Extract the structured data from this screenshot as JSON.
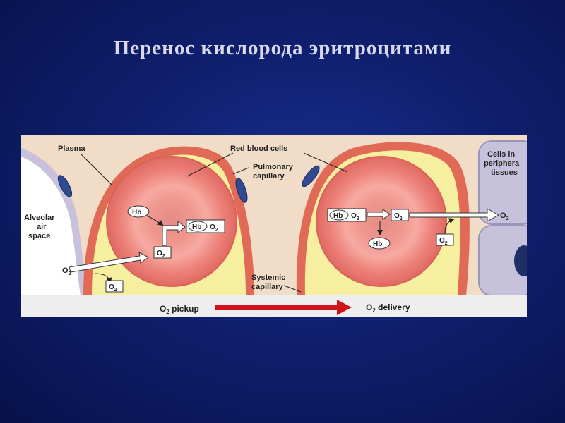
{
  "slide": {
    "title": "Перенос кислорода эритроцитами"
  },
  "diagram": {
    "labels": {
      "plasma": "Plasma",
      "red_blood_cells": "Red blood cells",
      "pulmonary_capillary_1": "Pulmonary",
      "pulmonary_capillary_2": "capillary",
      "alveolar_1": "Alveolar",
      "alveolar_2": "air",
      "alveolar_3": "space",
      "systemic_capillary_1": "Systemic",
      "systemic_capillary_2": "capillary",
      "cells_peripheral_1": "Cells in",
      "cells_peripheral_2": "periphera",
      "cells_peripheral_3": "tissues"
    },
    "molecules": {
      "hb": "Hb",
      "o2": "O",
      "o2_sub": "2"
    },
    "bottom_bar": {
      "pickup": "O",
      "pickup_sub": "2",
      "pickup_word": " pickup",
      "delivery": "O",
      "delivery_sub": "2",
      "delivery_word": " delivery"
    },
    "colors": {
      "plasma": "#f1dcc8",
      "yellow_layer": "#f6efa0",
      "capillary_wall": "#e06a55",
      "red_blood_cell": "#ea7f76",
      "nucleus": "#2f4a90",
      "alveolar_wall": "#c9c0dc",
      "tissue_cell": "#c7c2dc",
      "arrow_red": "#d0121a"
    }
  }
}
